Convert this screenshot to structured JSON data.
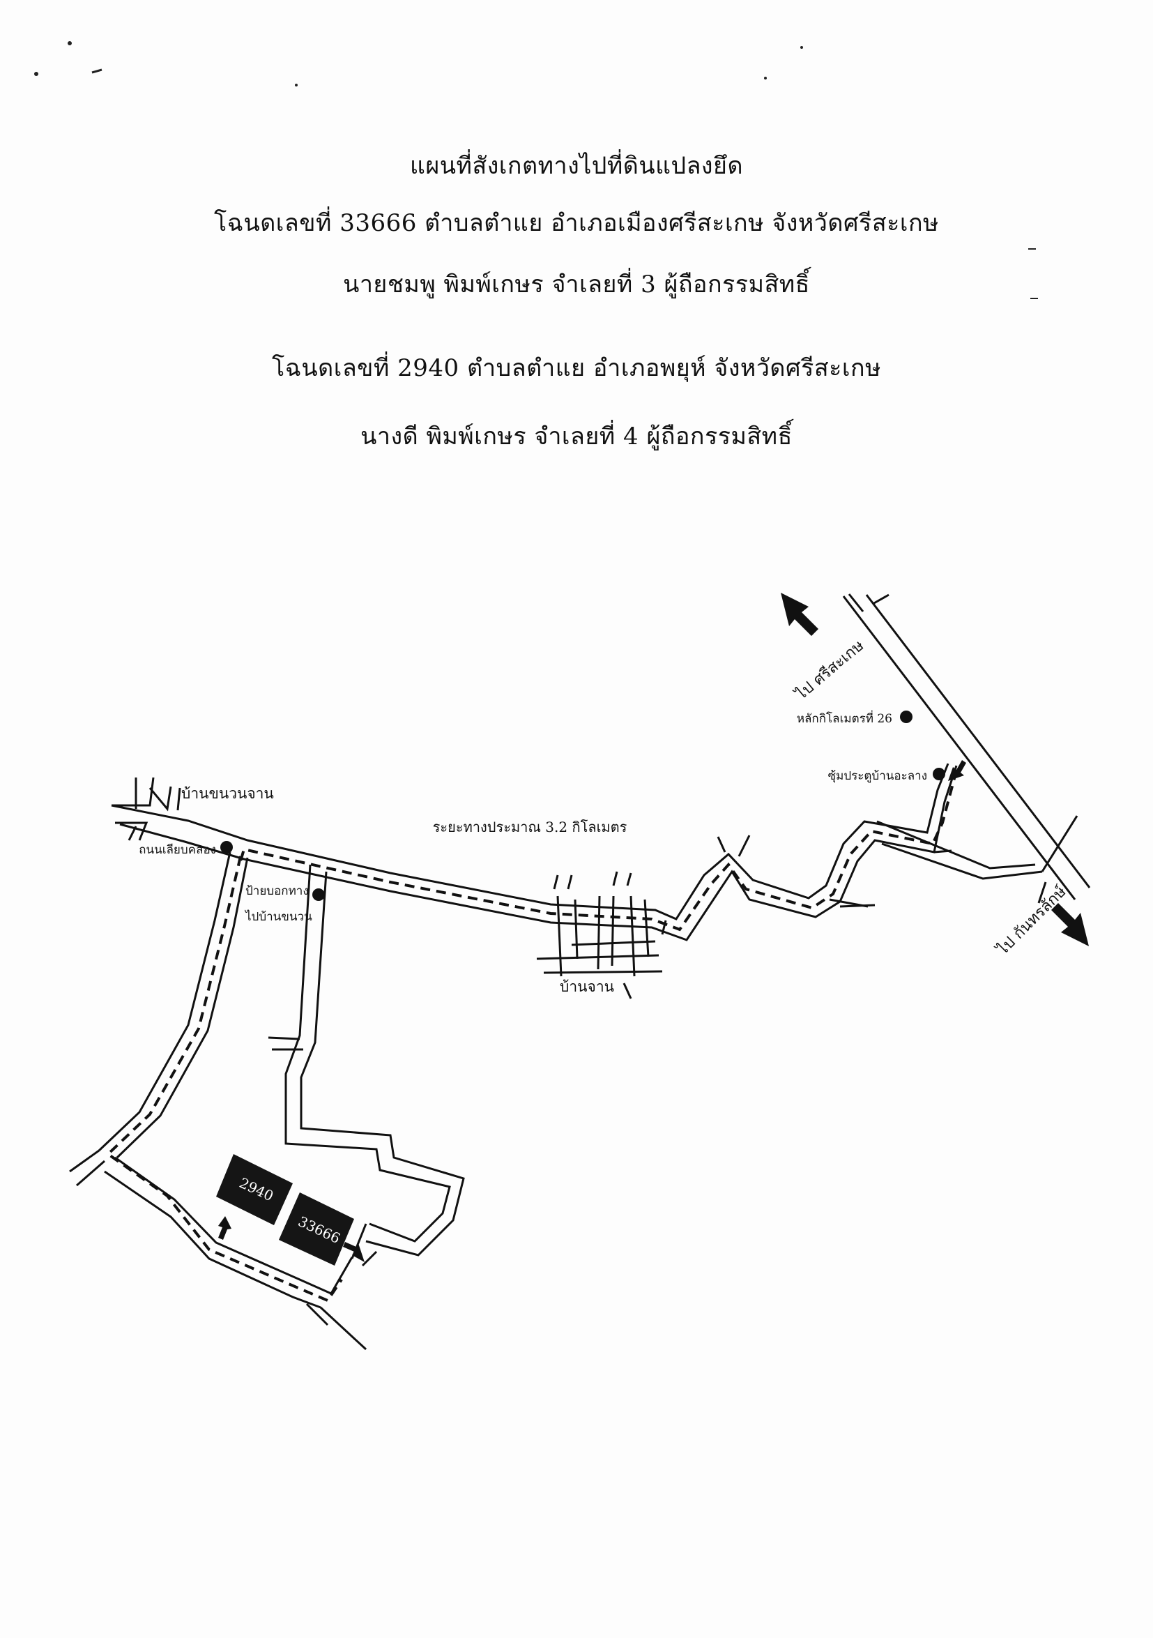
{
  "header": {
    "title": "แผนที่สังเกตทางไปที่ดินแปลงยึด",
    "line1": "โฉนดเลขที่ 33666 ตำบลตำแย อำเภอเมืองศรีสะเกษ จังหวัดศรีสะเกษ",
    "line2": "นายชมพู พิมพ์เกษร จำเลยที่ 3 ผู้ถือกรรมสิทธิ์",
    "line3": "โฉนดเลขที่ 2940 ตำบลตำแย อำเภอพยุห์ จังหวัดศรีสะเกษ",
    "line4": "นางดี พิมพ์เกษร จำเลยที่ 4 ผู้ถือกรรมสิทธิ์"
  },
  "map": {
    "to_sisaket": "ไป ศรีสะเกษ",
    "to_kantharalak": "ไป กันทรลักษ์",
    "km_marker": "หลักกิโลเมตรที่ 26",
    "gate_ban_alang": "ซุ้มประตูบ้านอะลาง",
    "ban_khanuan_chan": "บ้านขนวนจาน",
    "distance": "ระยะทางประมาณ 3.2 กิโลเมตร",
    "canal_road": "ถนนเลียบคลอง",
    "sign_line1": "ป้ายบอกทาง",
    "sign_line2": "ไปบ้านขนวน",
    "ban_chan": "บ้านจาน",
    "plot_a": "2940",
    "plot_b": "33666"
  }
}
